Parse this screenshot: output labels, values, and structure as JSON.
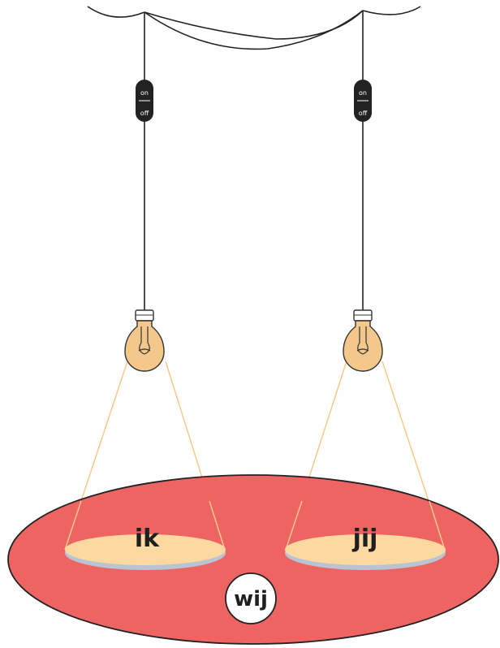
{
  "colors": {
    "background": "#ffffff",
    "floor_ellipse": "#ee6462",
    "floor_outline": "#222222",
    "spotlight": "#fcd9a1",
    "spotlight_rim": "#b9c3d1",
    "light_beam": "#f5c98a",
    "bulb_glass": "#f4c78b",
    "bulb_outline": "#333333",
    "wire": "#222222",
    "switch": "#222222",
    "switch_text": "#ffffff"
  },
  "left_lamp": {
    "switch_on": "on",
    "switch_off": "off",
    "spot_label": "ik"
  },
  "right_lamp": {
    "switch_on": "on",
    "switch_off": "off",
    "spot_label": "jij"
  },
  "center_label": "wij",
  "icons": [
    "light-bulb-icon",
    "toggle-switch-icon"
  ]
}
